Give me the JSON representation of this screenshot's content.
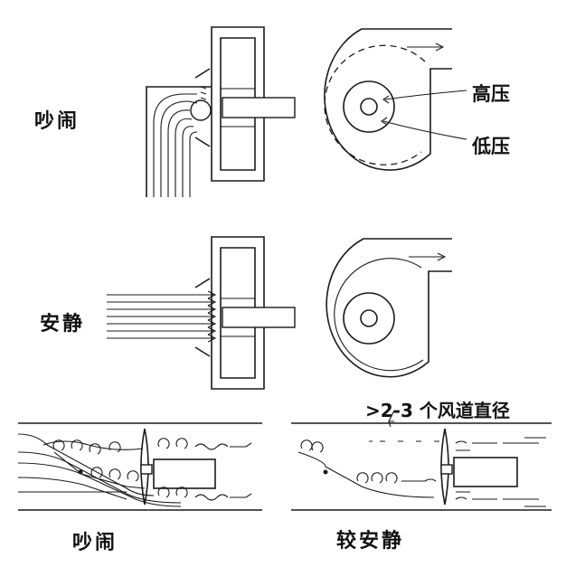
{
  "labels": {
    "noisy_top": "吵闹",
    "quiet_top": "安静",
    "high_pressure": "高压",
    "low_pressure": "低压",
    "distance": ">2-3 个风道直径",
    "noisy_bottom": "吵闹",
    "quiet_bottom": "较安静"
  },
  "colors": {
    "ink": "#1a1a1a",
    "background": "#ffffff"
  }
}
